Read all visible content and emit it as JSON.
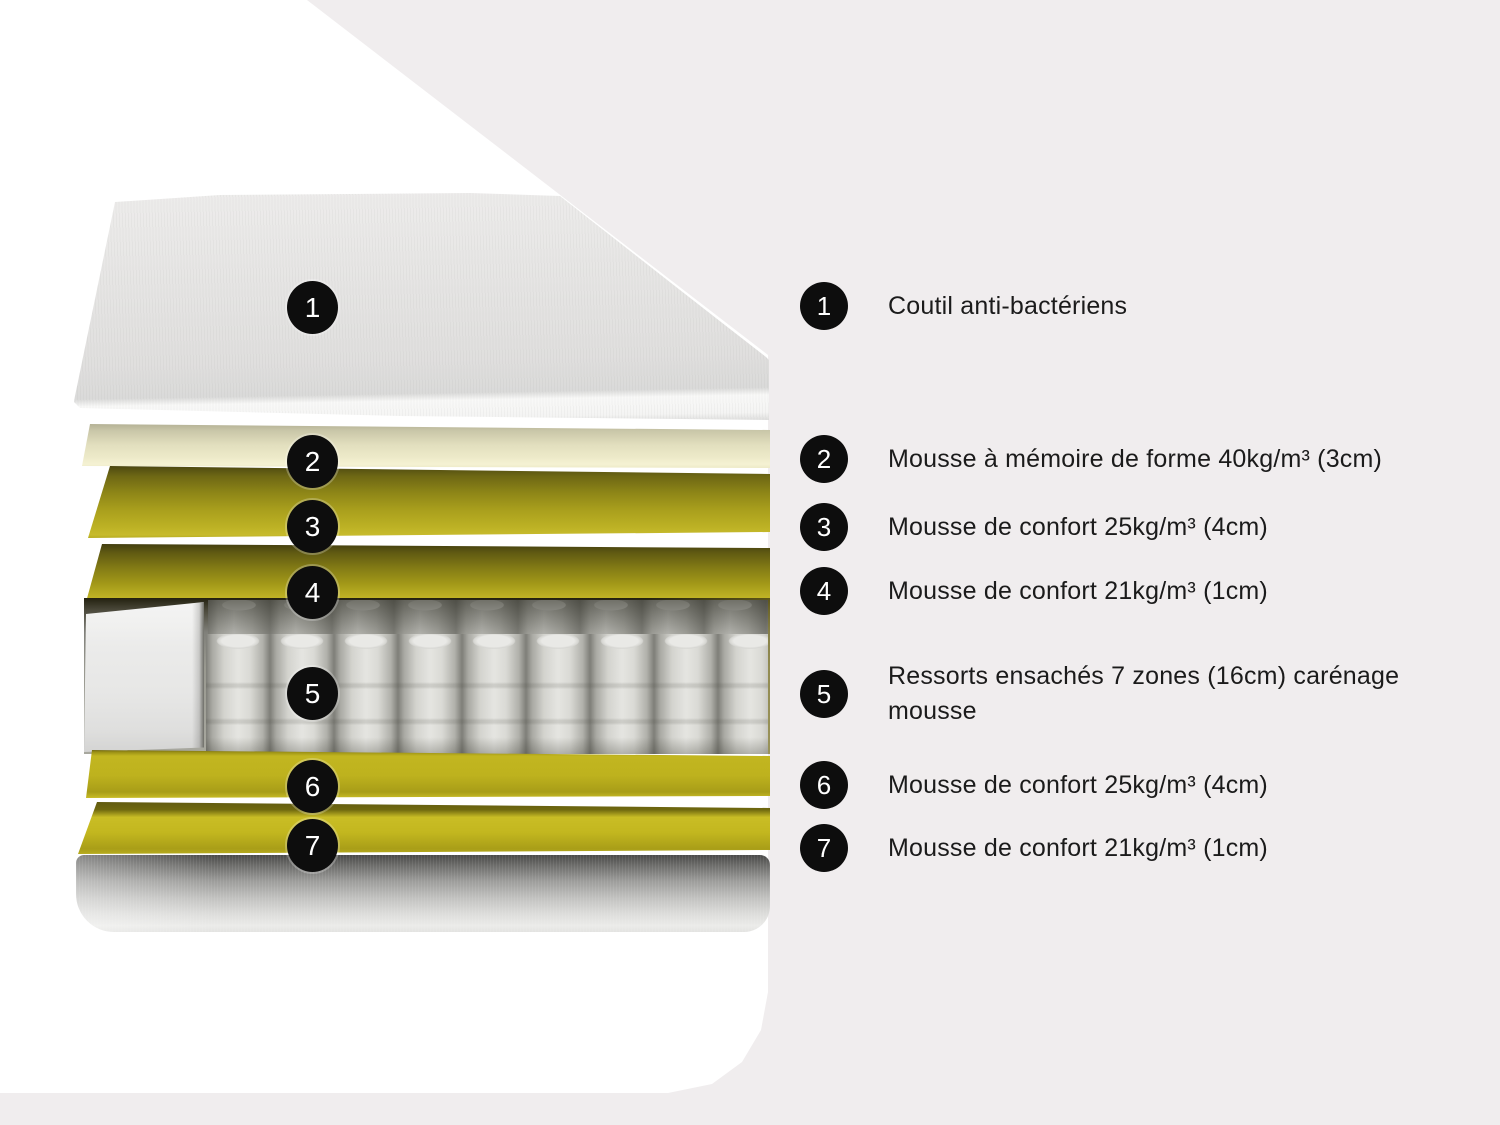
{
  "page": {
    "type": "mattress-layer-infographic",
    "language": "fr"
  },
  "colors": {
    "page_background": "#f0edee",
    "panel_white": "#ffffff",
    "marker_background": "#0d0d0d",
    "marker_number_text": "#ffffff",
    "label_text": "#1b1b1b",
    "foam_yellow": "#b2a71d",
    "foam_yellow_bright": "#c9bd2e",
    "foam_cream": "#eeebca",
    "cover_gray": "#e4e3e2",
    "spring_gray": "#d9d9d5"
  },
  "legend": {
    "items": [
      {
        "number": "1",
        "label": "Coutil anti-bactériens"
      },
      {
        "number": "2",
        "label": "Mousse à mémoire de forme 40kg/m³ (3cm)"
      },
      {
        "number": "3",
        "label": "Mousse de confort 25kg/m³ (4cm)"
      },
      {
        "number": "4",
        "label": "Mousse de confort 21kg/m³ (1cm)"
      },
      {
        "number": "5",
        "label": "Ressorts ensachés 7 zones (16cm) carénage mousse"
      },
      {
        "number": "6",
        "label": "Mousse de confort 25kg/m³ (4cm)"
      },
      {
        "number": "7",
        "label": "Mousse de confort 21kg/m³ (1cm)"
      }
    ]
  }
}
